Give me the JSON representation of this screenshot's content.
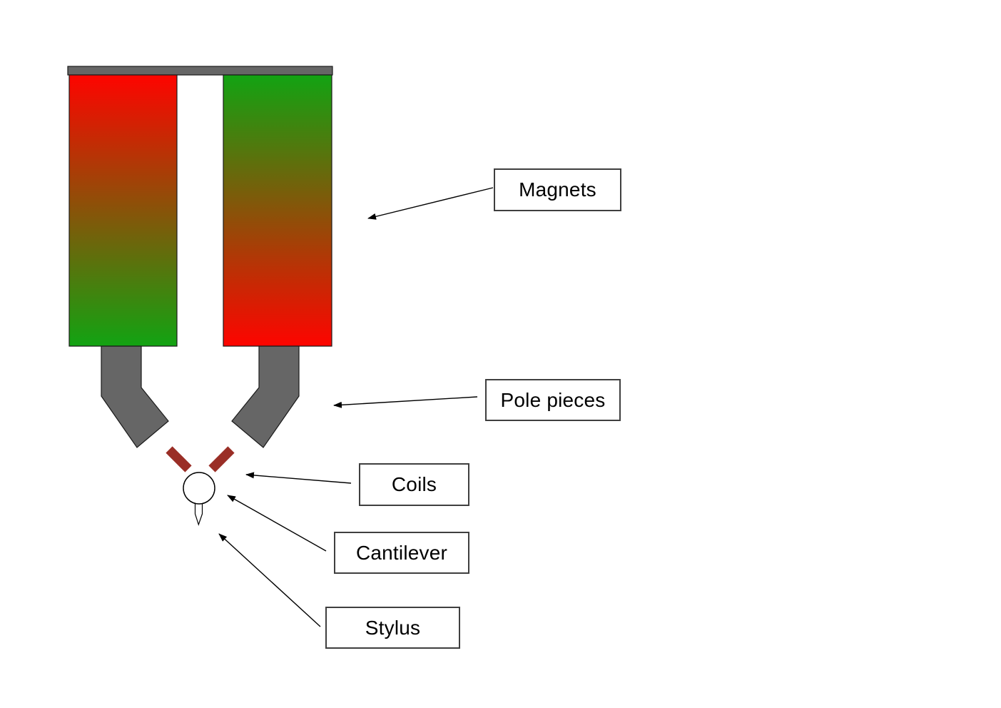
{
  "diagram": {
    "subject": "phono-cartridge-cross-section"
  },
  "colors": {
    "magnet_red": "#fe0400",
    "magnet_green": "#12a312",
    "metal_gray": "#666666",
    "coil_red": "#9a2e26",
    "outline": "#1a1a1a",
    "arrow_black": "#000000",
    "box_border": "#3f3f3f",
    "background": "#ffffff"
  },
  "labels": [
    {
      "id": "magnets",
      "text": "Magnets"
    },
    {
      "id": "polepieces",
      "text": "Pole pieces"
    },
    {
      "id": "coils",
      "text": "Coils"
    },
    {
      "id": "cantilever",
      "text": "Cantilever"
    },
    {
      "id": "stylus",
      "text": "Stylus"
    }
  ]
}
